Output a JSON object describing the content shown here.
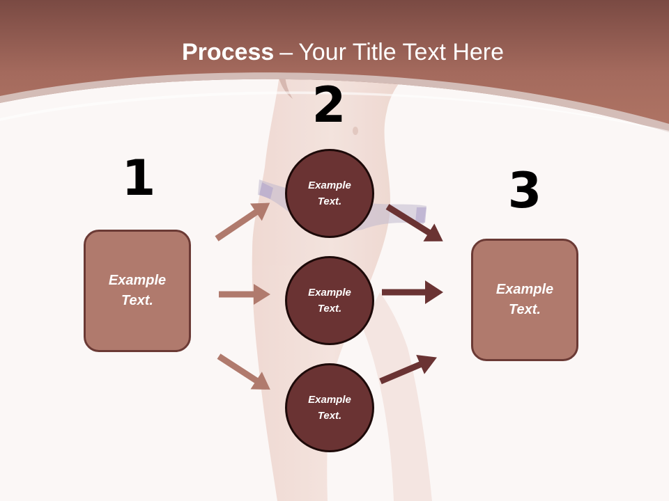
{
  "title": {
    "bold": "Process",
    "separator": "–",
    "rest": "Your Title Text Here"
  },
  "steps": {
    "one": {
      "number": "1",
      "box_text": "Example Text."
    },
    "two": {
      "number": "2",
      "circles": [
        "Example Text.",
        "Example Text.",
        "Example Text."
      ]
    },
    "three": {
      "number": "3",
      "box_text": "Example Text."
    }
  },
  "colors": {
    "header": "#a5695c",
    "box_fill": "#b07a6d",
    "box_border": "#6b3a35",
    "circle_fill": "#6a3333",
    "arrow_light": "#b07a6d",
    "arrow_dark": "#6a3333"
  }
}
